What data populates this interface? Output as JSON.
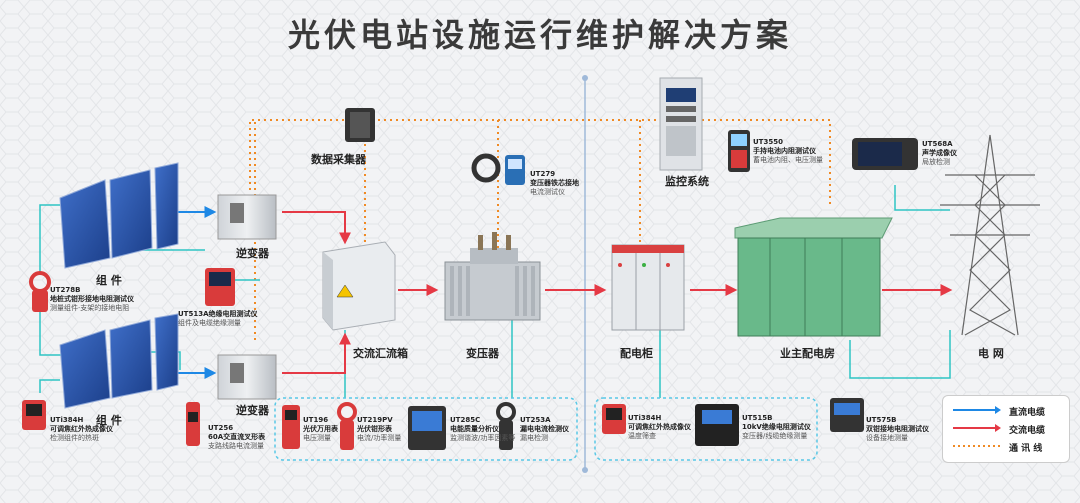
{
  "title": "光伏电站设施运行维护解决方案",
  "labels": {
    "data_collector": "数据采集器",
    "monitor_system": "监控系统",
    "inverter_top": "逆变器",
    "inverter_bottom": "逆变器",
    "module_top": "组 件",
    "module_bottom": "组 件",
    "ac_combiner": "交流汇流箱",
    "transformer": "变压器",
    "distribution_cabinet": "配电柜",
    "substation": "业主配电房",
    "grid": "电 网"
  },
  "instruments": {
    "ut278b": {
      "model": "UT278B",
      "name": "地桩式钳形接地电阻测试仪",
      "desc": "测量组件·支架的接地电阻"
    },
    "ut513a": {
      "model": "UT513A绝缘电阻测试仪",
      "desc": "组件及电缆绝缘测量"
    },
    "ut384h_left": {
      "model": "UTi384H",
      "name": "可调焦红外热成像仪",
      "desc": "检测组件的热斑"
    },
    "ut256": {
      "model": "UT256",
      "name": "60A交直流叉形表",
      "desc": "支路线路电流测量"
    },
    "ut196": {
      "model": "UT196",
      "name": "光伏万用表",
      "desc": "电压测量"
    },
    "ut219pv": {
      "model": "UT219PV",
      "name": "光伏钳形表",
      "desc": "电流/功率测量"
    },
    "ut285c": {
      "model": "UT285C",
      "name": "电能质量分析仪",
      "desc": "监测谐波/功率因素等"
    },
    "ut253a": {
      "model": "UT253A",
      "name": "漏电电流检测仪",
      "desc": "漏电检测"
    },
    "ut279": {
      "model": "UT279",
      "name": "变压器铁芯接地",
      "desc": "电流测试仪"
    },
    "ut384h_right": {
      "model": "UTi384H",
      "name": "可调焦红外热成像仪",
      "desc": "温度筛查"
    },
    "ut515b": {
      "model": "UT515B",
      "name": "10kV绝缘电阻测试仪",
      "desc": "变压器/线缆绝缘测量"
    },
    "ut3550": {
      "model": "UT3550",
      "name": "手持电池内阻测试仪",
      "desc": "蓄电池内阻、电压测量"
    },
    "ut568a": {
      "model": "UT568A",
      "name": "声学成像仪",
      "desc": "局放检测"
    },
    "ut575b": {
      "model": "UT575B",
      "name": "双钳接地电阻测试仪",
      "desc": "设备接地测量"
    }
  },
  "legend": {
    "dc": "直流电缆",
    "ac": "交流电缆",
    "comm": "通 讯 线"
  },
  "colors": {
    "dc": "#1e88e5",
    "ac": "#e53945",
    "comm": "#f08a24",
    "teal": "#2ec4c4",
    "dashed_box": "#58c8e6"
  }
}
